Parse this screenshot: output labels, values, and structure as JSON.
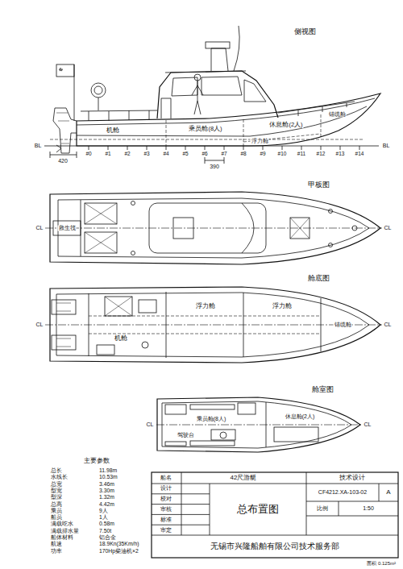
{
  "diagram": {
    "labels": [
      "侧视图",
      "机舱",
      "乘员舱(8人)",
      "休息舱(2人)",
      "锚缆舱",
      "浮力舱",
      "BL",
      "BL",
      "#0",
      "#1",
      "#2",
      "#3",
      "#4",
      "#5",
      "#6",
      "#7",
      "#8",
      "#9",
      "#10",
      "#11",
      "#12",
      "#13",
      "#14",
      "420",
      "390",
      "甲板图",
      "CL",
      "CL",
      "救生筏",
      "舱底图",
      "CL",
      "CL",
      "机舱",
      "浮力舱",
      "浮力舱",
      "锚缆舱",
      "舱室图",
      "CL",
      "CL",
      "乘员舱(8人)",
      "休息舱(2人)",
      "驾驶台",
      "主要参数",
      "总长",
      "11.98m",
      "水线长",
      "10.53m",
      "总宽",
      "3.46m",
      "型宽",
      "3.30m",
      "型深",
      "1.32m",
      "总高",
      "4.42m",
      "乘员",
      "9人",
      "船员",
      "1人",
      "满载吃水",
      "0.58m",
      "满载排水量",
      "7.50t",
      "船体材料",
      "铝合金",
      "航速",
      "18.9Kn(35Km/h)",
      "功率",
      "170Hp柴油机×2",
      "船名",
      "42尺游艇",
      "技术设计",
      "设计",
      "校对",
      "审核",
      "标准",
      "审定",
      "总布置图",
      "CF4212.XA-103-02",
      "A",
      "比例",
      "1:50",
      "无锡市兴隆船舶有限公司技术服务部",
      "面积 0.125m²"
    ]
  }
}
